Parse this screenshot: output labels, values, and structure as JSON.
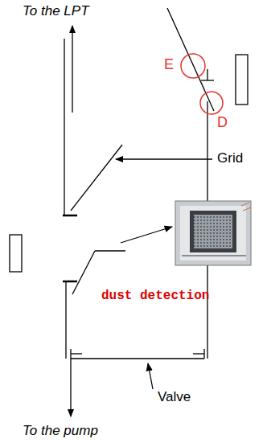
{
  "diagram": {
    "labels": [
      "To the LPT",
      "E",
      "D",
      "Grid",
      "dust detection",
      "Valve",
      "To the pump"
    ]
  }
}
